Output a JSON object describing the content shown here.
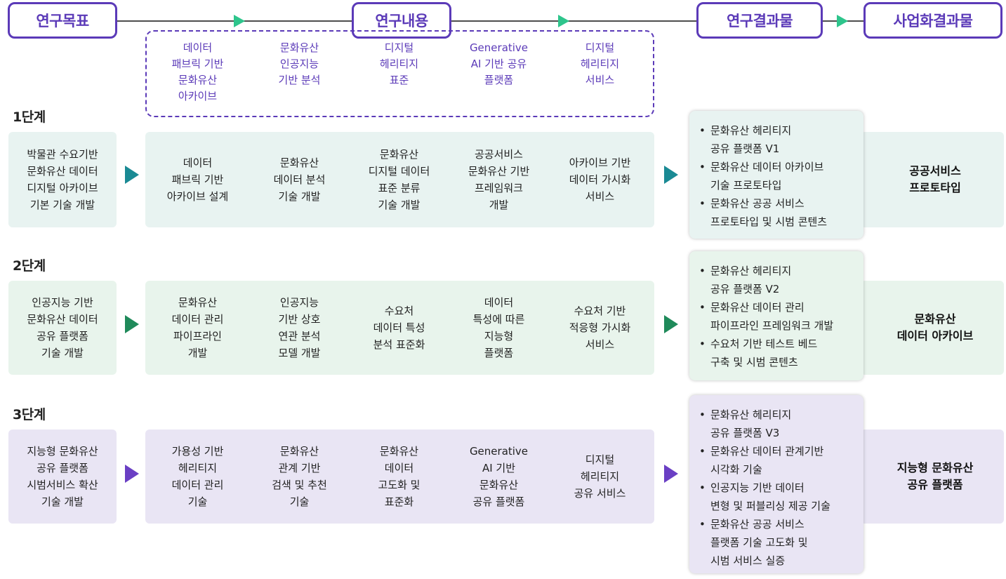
{
  "header": {
    "goal": "연구목표",
    "content": "연구내용",
    "output": "연구결과물",
    "commercial": "사업화결과물"
  },
  "categories": [
    "데이터\n패브릭 기반\n문화유산\n아카이브",
    "문화유산\n인공지능\n기반 분석",
    "디지털\n헤리티지\n표준",
    "Generative\nAI 기반 공유\n플랫폼",
    "디지털\n헤리티지\n서비스"
  ],
  "stages": [
    {
      "label": "1단계",
      "goal": "박물관 수요기반\n문화유산 데이터\n디지털 아카이브\n기본 기술 개발",
      "items": [
        "데이터\n패브릭 기반\n아카이브 설계",
        "문화유산\n데이터 분석\n기술 개발",
        "문화유산\n디지털 데이터\n표준 분류\n기술 개발",
        "공공서비스\n문화유산 기반\n프레임워크\n개발",
        "아카이브 기반\n데이터 가시화\n서비스"
      ],
      "outputs": [
        "문화유산 헤리티지\n공유 플랫폼 V1",
        "문화유산 데이터 아카이브\n기술 프로토타입",
        "문화유산 공공 서비스\n프로토타입 및 시범 콘텐츠"
      ],
      "final": "공공서비스\n프로토타입"
    },
    {
      "label": "2단계",
      "goal": "인공지능 기반\n문화유산 데이터\n공유 플랫폼\n기술 개발",
      "items": [
        "문화유산\n데이터 관리\n파이프라인\n개발",
        "인공지능\n기반 상호\n연관 분석\n모델 개발",
        "수요처\n데이터 특성\n분석 표준화",
        "데이터\n특성에 따른\n지능형\n플랫폼",
        "수요처 기반\n적응형 가시화\n서비스"
      ],
      "outputs": [
        "문화유산 헤리티지\n공유 플랫폼 V2",
        "문화유산 데이터 관리\n파이프라인 프레임워크 개발",
        "수요처 기반 테스트 베드\n구축 및 시범 콘텐츠"
      ],
      "final": "문화유산\n데이터 아카이브"
    },
    {
      "label": "3단계",
      "goal": "지능형 문화유산\n공유 플랫폼\n시범서비스 확산\n기술 개발",
      "items": [
        "가용성 기반\n헤리티지\n데이터 관리\n기술",
        "문화유산\n관계 기반\n검색 및 추천\n기술",
        "문화유산\n데이터\n고도화 및\n표준화",
        "Generative\nAI 기반\n문화유산\n공유 플랫폼",
        "디지털\n헤리티지\n공유 서비스"
      ],
      "outputs": [
        "문화유산 헤리티지\n공유 플랫폼 V3",
        "문화유산 데이터 관계기반\n시각화 기술",
        "인공지능 기반 데이터\n변형 및 퍼블리싱 제공 기술",
        "문화유산 공공 서비스\n플랫폼 기술 고도화 및\n시범 서비스 실증"
      ],
      "final": "지능형 문화유산\n공유 플랫폼"
    }
  ],
  "colors": {
    "accent_purple": "#5b3ab8",
    "header_arrow": "#2ec58c",
    "stage1_arrow": "#1a8a94",
    "stage2_arrow": "#1f8a5a",
    "stage3_arrow": "#6a3fc4",
    "stage1_bg": "#e8f3f1",
    "stage2_bg": "#e8f4ec",
    "stage3_bg": "#e9e5f4"
  }
}
